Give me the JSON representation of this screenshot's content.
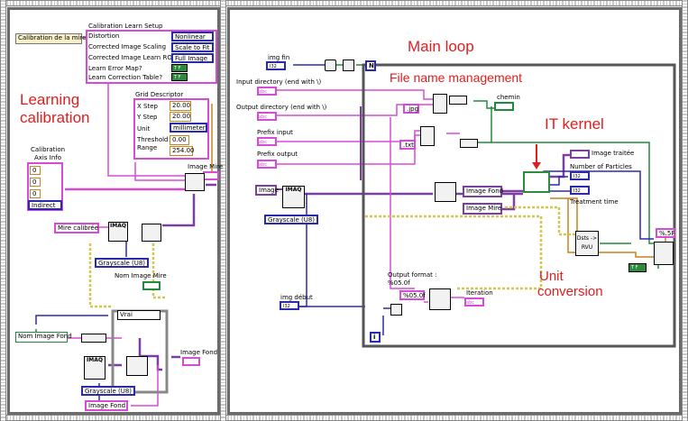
{
  "left": {
    "calibration_learn_setup": "Calibration Learn Setup",
    "calibration_de_la_mire": "Calibration de la mire",
    "distortion_label": "Distortion",
    "distortion_value": "Nonlinear",
    "scaling_label": "Corrected Image Scaling",
    "scaling_value": "Scale to Fit",
    "roi_label": "Corrected Image Learn ROI",
    "roi_value": "Full Image",
    "error_map_label": "Learn Error Map?",
    "correction_label": "Learn Correction Table?",
    "bool_true": "T F",
    "learning": "Learning",
    "calibration": "calibration",
    "grid_descriptor": "Grid Descriptor",
    "x_step_label": "X Step",
    "x_step_value": "20.00",
    "y_step_label": "Y Step",
    "y_step_value": "20.00",
    "unit_label": "Unit",
    "unit_value": "millimeter",
    "threshold_label": "Threshold",
    "range_label": "Range",
    "threshold_min": "0.00",
    "threshold_max": "254.00",
    "axis_info_title": "Calibration",
    "axis_info_sub": "Axis Info",
    "axis_vals": [
      "0",
      "0",
      "0"
    ],
    "axis_mode": "Indirect",
    "image_mire": "Image Mire",
    "mire_calibree": "Mire calibrée",
    "imaq": "IMAQ",
    "grayscale": "Grayscale (U8)",
    "nom_image_mire": "Nom Image Mire",
    "vrai": "Vrai",
    "nom_image_fond": "Nom Image Fond",
    "image_fond": "Image Fond",
    "grayscale2": "Grayscale (U8)",
    "image_fond_bottom": "Image Fond"
  },
  "right": {
    "main_loop": "Main loop",
    "img_fin": "img fin",
    "i32": "I32",
    "n_terminal": "N",
    "file_name_mgmt": "File name management",
    "input_dir": "Input directory (end with \\)",
    "output_dir": "Output directory (end with \\)",
    "jpg": ".jpg",
    "txt": ".txt",
    "prefix_input": "Prefix input",
    "prefix_output": "Prefix output",
    "chemin": "chemin",
    "it_kernel": "IT kernel",
    "image_traitee": "Image traitée",
    "number_particles": "Number of Particles",
    "treatment_time": "Treatment time",
    "image": "Image",
    "image_fond": "Image Fond",
    "image_mire": "Image Mire",
    "imaq": "IMAQ",
    "grayscale": "Grayscale (U8)",
    "unit": "Unit",
    "conversion": "conversion",
    "dsts_rvu": "Dsts -> RVU",
    "fmt_5f": "%.5F",
    "output_format_l1": "Output format :",
    "output_format_l2": "%05.0f",
    "fmt_box": "%05.0f",
    "iteration": "Iteration",
    "img_debut": "img début",
    "i_terminal": "i",
    "abc": "abc",
    "bool_tf": "T F"
  }
}
